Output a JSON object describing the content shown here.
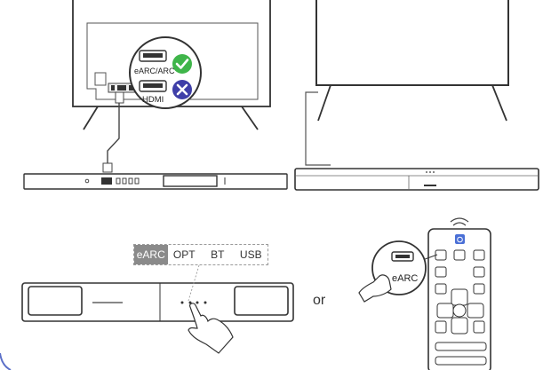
{
  "top_left": {
    "port_labels": [
      "eARC/ARC",
      "HDMI"
    ],
    "port_status_icons": [
      "check-circle-icon",
      "x-circle-icon"
    ]
  },
  "source_strip": {
    "items": [
      "eARC",
      "OPT",
      "BT",
      "USB"
    ],
    "active": "eARC"
  },
  "separator_text": "or",
  "remote": {
    "callout_label": "eARC"
  },
  "colors": {
    "check": "#3fb54a",
    "cross": "#3f3fa8",
    "active_source_bg": "#8a8a8a",
    "power_button": "#4a6fd6"
  }
}
